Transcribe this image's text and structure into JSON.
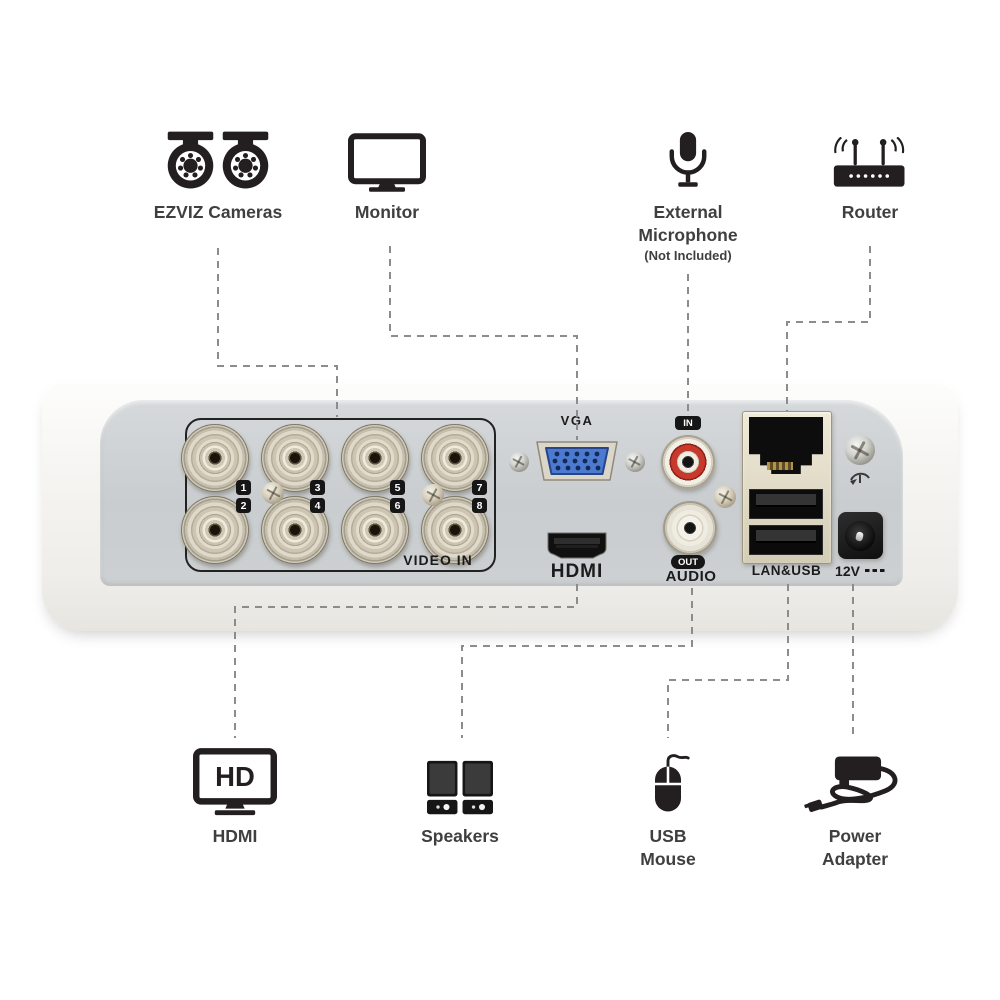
{
  "diagram": {
    "subject": "DVR back panel connection diagram",
    "top_items": [
      {
        "id": "cameras",
        "label": "EZVIZ Cameras",
        "icon": "camera-pair-icon"
      },
      {
        "id": "monitor",
        "label": "Monitor",
        "icon": "monitor-icon"
      },
      {
        "id": "microphone",
        "label_line1": "External",
        "label_line2": "Microphone",
        "note": "(Not Included)",
        "icon": "microphone-icon"
      },
      {
        "id": "router",
        "label": "Router",
        "icon": "router-icon"
      }
    ],
    "bottom_items": [
      {
        "id": "hdmi",
        "label": "HDMI",
        "icon": "hd-monitor-icon",
        "icon_text": "HD"
      },
      {
        "id": "speakers",
        "label": "Speakers",
        "icon": "speakers-icon"
      },
      {
        "id": "usb-mouse",
        "label_line1": "USB",
        "label_line2": "Mouse",
        "icon": "usb-mouse-icon"
      },
      {
        "id": "power",
        "label_line1": "Power",
        "label_line2": "Adapter",
        "icon": "power-adapter-icon"
      }
    ]
  },
  "device_panel": {
    "video_in": {
      "label": "VIDEO IN",
      "channel_numbers": [
        "1",
        "2",
        "3",
        "4",
        "5",
        "6",
        "7",
        "8"
      ]
    },
    "vga": {
      "label": "VGA"
    },
    "hdmi": {
      "label": "HDMI"
    },
    "audio": {
      "in_badge": "IN",
      "out_badge": "OUT",
      "label": "AUDIO"
    },
    "network": {
      "label": "LAN&USB"
    },
    "power": {
      "label": "12V"
    }
  },
  "colors": {
    "icon": "#231f20",
    "label_text": "#3f3f3f",
    "dashed_line": "#8c8c8c",
    "panel_metal": "#cbcfd1",
    "case_white": "#f6f5f2",
    "vga_blue": "#4b7ad0",
    "rca_red": "#c63a2e",
    "port_black": "#0d0d0d",
    "badge_black": "#161616"
  }
}
